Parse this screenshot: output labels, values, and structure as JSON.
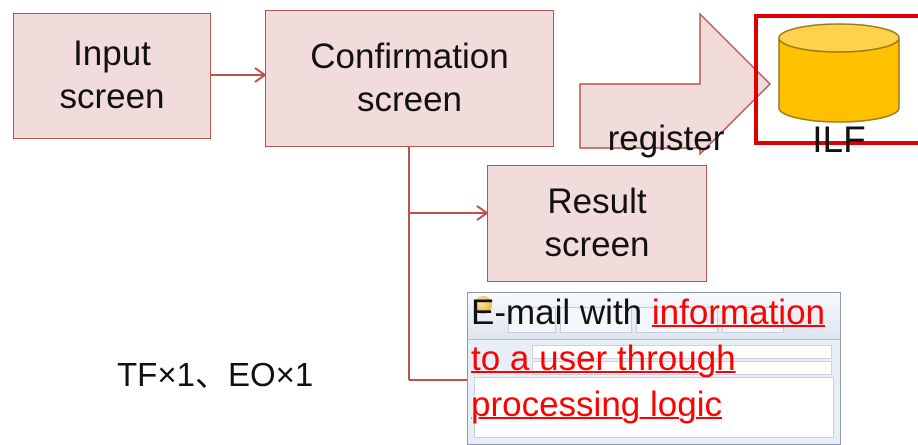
{
  "boxes": {
    "input": {
      "line1": "Input",
      "line2": "screen"
    },
    "confirmation": {
      "line1": "Confirmation",
      "line2": "screen"
    },
    "result": {
      "line1": "Result",
      "line2": "screen"
    }
  },
  "register_label": "register",
  "ilf_label": "ILF",
  "email_text": {
    "lead": "E-mail with ",
    "highlight_line1": "information",
    "highlight_line2": "to a user through",
    "highlight_line3": "processing logic"
  },
  "counts_label": "TF×1、EO×1",
  "colors": {
    "box_fill": "#f2dcdb",
    "box_border": "#b4564e",
    "connector": "#c0504d",
    "ilf_fill": "#ffc000",
    "ilf_border": "#9c7a1a",
    "highlight_frame": "#e00000",
    "highlight_text": "#ff0000"
  }
}
